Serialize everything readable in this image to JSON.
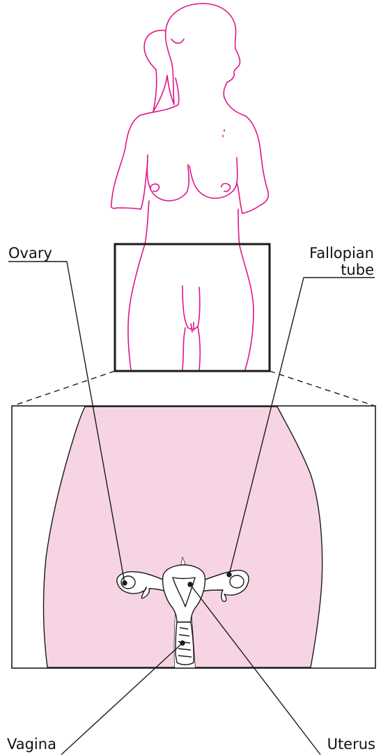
{
  "labels": {
    "ovary": "Ovary",
    "fallopian_line1": "Fallopian",
    "fallopian_line2": "tube",
    "vagina": "Vagina",
    "uterus": "Uterus"
  },
  "colors": {
    "outline": "#e0148a",
    "pelvis_fill": "#f7d4e3",
    "line": "#111111",
    "organ_fill": "#ffffff"
  }
}
